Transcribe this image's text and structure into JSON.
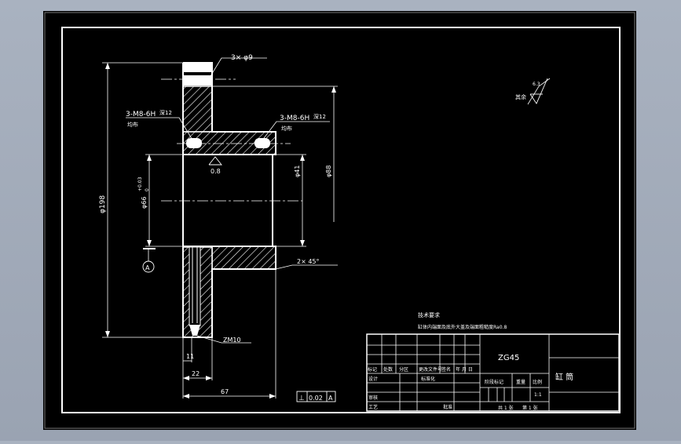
{
  "colors": {
    "background": "#000000",
    "lines": "#ffffff",
    "chrome": "#a4adbb"
  },
  "dimensions": {
    "holes_label": "3× φ9",
    "thread_left": "3-M8-6H",
    "thread_left_depth": "深12",
    "thread_left_note": "均布",
    "thread_right": "3-M8-6H",
    "thread_right_depth": "深12",
    "thread_right_note": "均布",
    "roughness_bore": "0.8",
    "dia_overall": "φ198",
    "dia_bore": "φ66",
    "dia_bore_tol": "+0.03",
    "dia_bore_tol_low": "0",
    "dia_41": "φ41",
    "dia_88": "φ88",
    "chamfer": "2× 45°",
    "thread_bottom": "ZM10",
    "dim_11": "11",
    "dim_22": "22",
    "dim_67": "67",
    "datum_label": "A",
    "perp_symbol": "⊥",
    "perp_value": "0.02",
    "perp_datum": "A"
  },
  "roughness_corner": {
    "value": "6.3",
    "text": "其余"
  },
  "technical_requirements": {
    "title": "技术要求",
    "line1": "缸体内端面及底外大盖及端面粗糙度Ra0.8"
  },
  "title_block": {
    "material": "ZG45",
    "part_name": "缸 筒",
    "row_labels": [
      "标记",
      "处数",
      "分区",
      "更改文件号",
      "签名",
      "年 月 日"
    ],
    "design": "设计",
    "standardization": "标准化",
    "stage_mark": "阶段标记",
    "weight": "重量",
    "scale": "比例",
    "scale_value": "1:1",
    "review": "审核",
    "process": "工艺",
    "approve": "批准",
    "sheets": "共 1 张",
    "sheet_no": "第 1 张"
  }
}
